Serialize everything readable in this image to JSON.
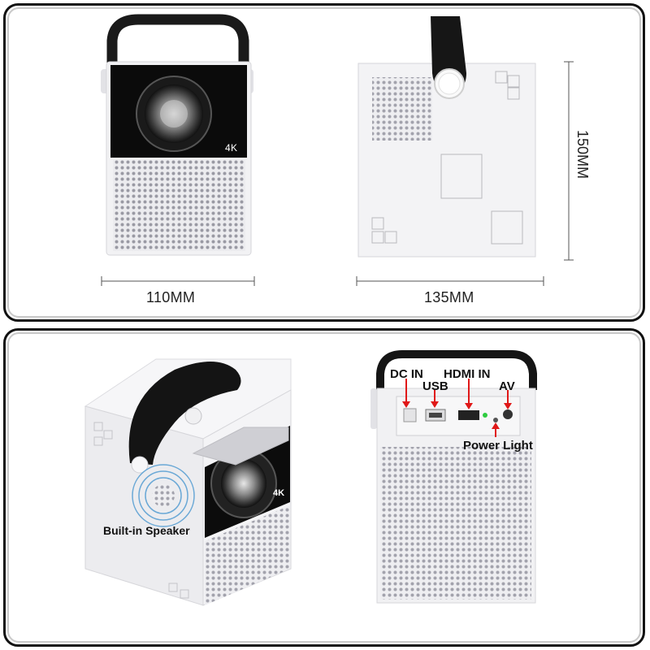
{
  "dimensions": {
    "width_label": "110MM",
    "depth_label": "135MM",
    "height_label": "150MM"
  },
  "front_view": {
    "badge": "4K"
  },
  "rear_callouts": {
    "dc_in": "DC IN",
    "usb": "USB",
    "hdmi_in": "HDMI IN",
    "av": "AV",
    "power_light": "Power Light"
  },
  "perspective_view": {
    "badge": "4K",
    "speaker_label": "Built-in Speaker"
  },
  "colors": {
    "body": "#f1f1f3",
    "handle": "#1a1a1a",
    "arrow": "#e01818",
    "frame": "#111111"
  }
}
